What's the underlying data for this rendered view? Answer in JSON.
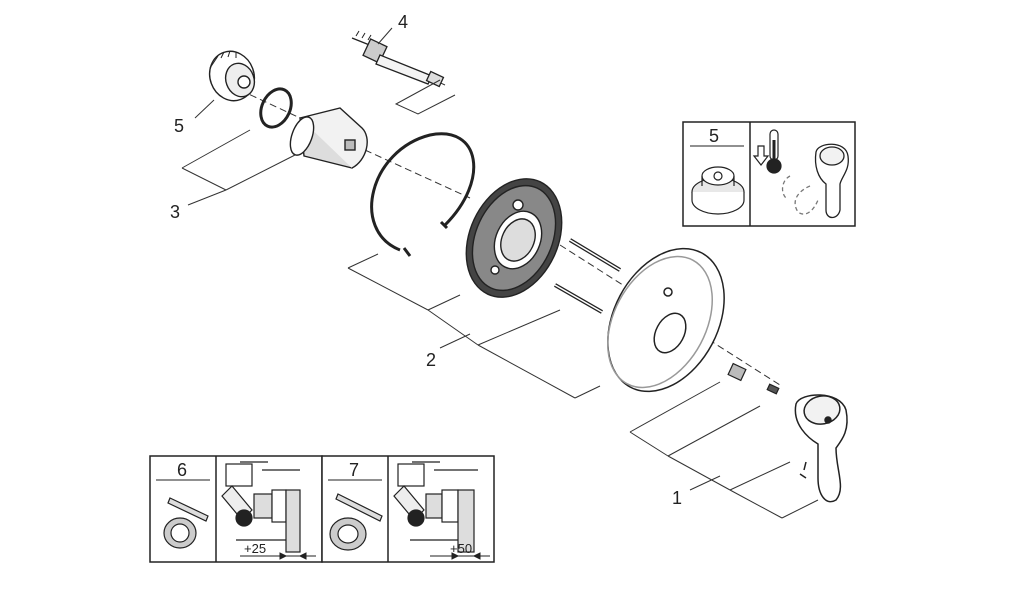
{
  "callouts": {
    "c1": "1",
    "c2": "2",
    "c3": "3",
    "c4": "4",
    "c5": "5"
  },
  "inset_5": {
    "number": "5"
  },
  "inset_6": {
    "number": "6",
    "dimension": "+25"
  },
  "inset_7": {
    "number": "7",
    "dimension": "+50"
  },
  "colors": {
    "line": "#222222",
    "gray": "#555555",
    "light": "#d8d8d8",
    "background": "#ffffff"
  },
  "icons": [
    "seat-icon",
    "o-ring-icon",
    "sleeve-icon",
    "cartridge-icon",
    "retaining-ring-icon",
    "mounting-plate-icon",
    "escutcheon-icon",
    "adapter-icon",
    "screw-icon",
    "lever-handle-icon",
    "thermometer-icon",
    "arrow-down-icon",
    "extension-rod-icon",
    "extension-nut-icon",
    "valve-body-icon"
  ]
}
